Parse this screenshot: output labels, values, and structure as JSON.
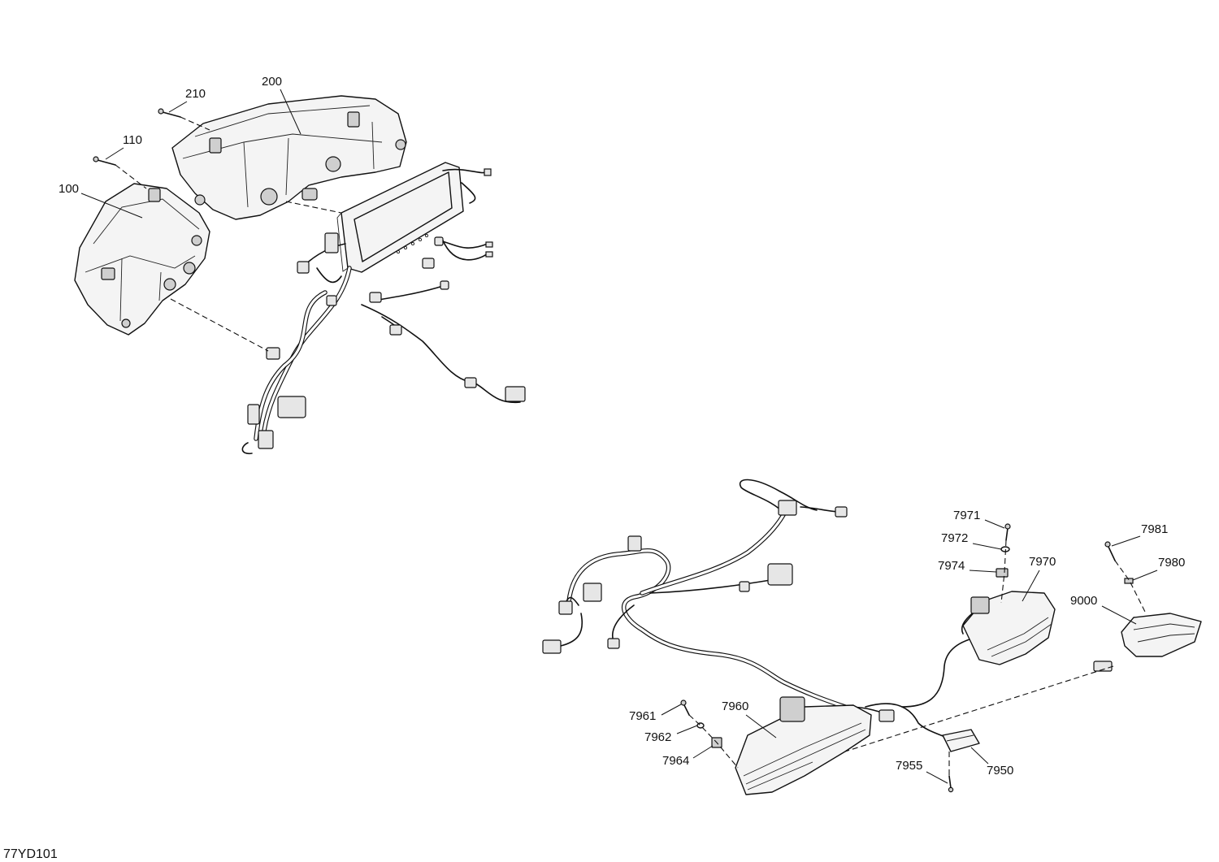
{
  "figure_code": "77YD101",
  "callouts": {
    "c100": "100",
    "c110": "110",
    "c200": "200",
    "c210": "210",
    "c7950": "7950",
    "c7955": "7955",
    "c7960": "7960",
    "c7961": "7961",
    "c7962": "7962",
    "c7964": "7964",
    "c7970": "7970",
    "c7971": "7971",
    "c7972": "7972",
    "c7974": "7974",
    "c7980": "7980",
    "c7981": "7981",
    "c9000": "9000"
  }
}
